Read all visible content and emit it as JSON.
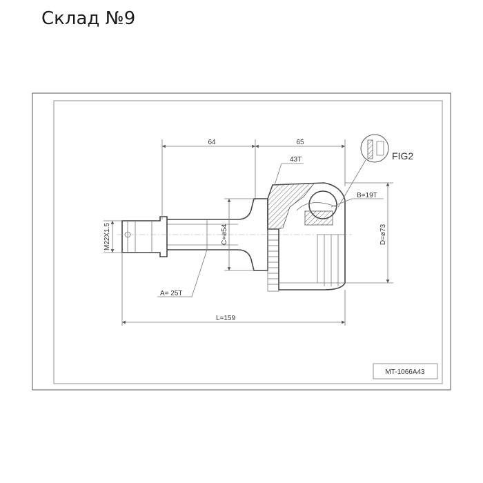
{
  "header": {
    "title": "Склад №9"
  },
  "drawing": {
    "dimensions": {
      "top_left": "64",
      "top_right": "65",
      "spline_outer": "43T",
      "spline_inner": "B=19T",
      "thread": "M22X1.5",
      "c_dia": "C=ø54",
      "d_dia": "D=ø73",
      "a_spline": "A= 25T",
      "length": "L=159"
    },
    "fig_label": "FIG2",
    "part_number": "MT-1066A43"
  }
}
